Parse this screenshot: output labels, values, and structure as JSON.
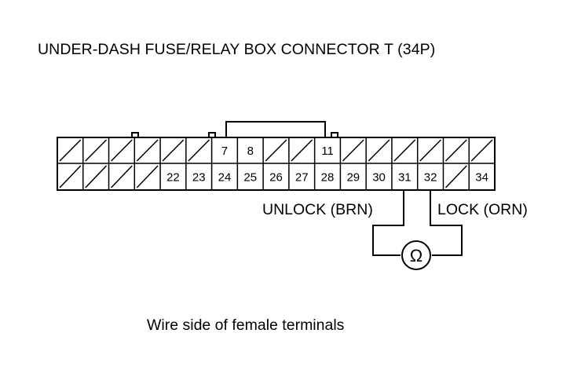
{
  "diagram": {
    "title": "UNDER-DASH FUSE/RELAY BOX CONNECTOR T (34P)",
    "caption": "Wire side of female terminals",
    "wire_labels": {
      "unlock": "UNLOCK (BRN)",
      "lock": "LOCK (ORN)"
    },
    "meter_symbol": "Ω",
    "connector": {
      "top_row": [
        "",
        "",
        "",
        "",
        "",
        "",
        "7",
        "8",
        "",
        "",
        "11",
        "",
        "",
        "",
        "",
        "",
        ""
      ],
      "bottom_row": [
        "",
        "",
        "",
        "",
        "22",
        "23",
        "24",
        "25",
        "26",
        "27",
        "28",
        "29",
        "30",
        "31",
        "32",
        "",
        "34"
      ]
    }
  }
}
